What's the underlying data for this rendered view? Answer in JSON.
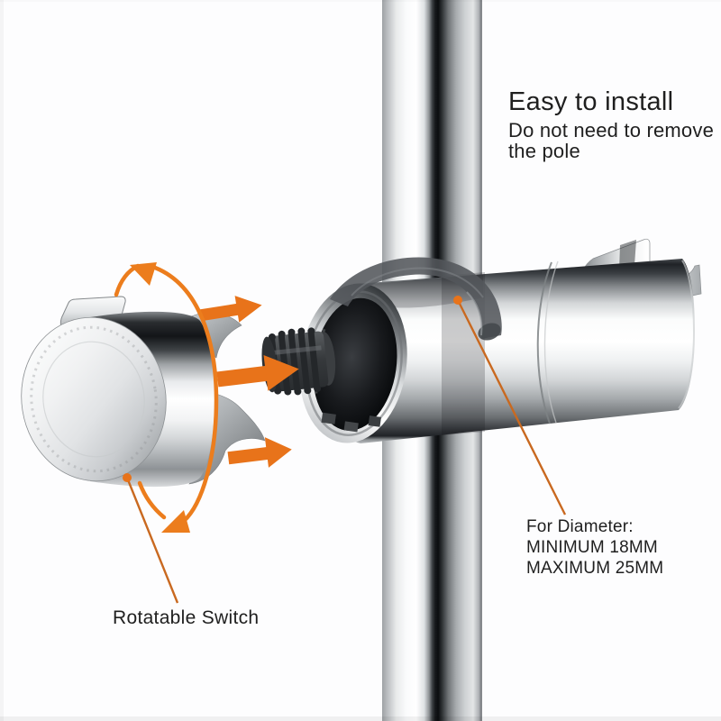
{
  "image": {
    "background": "#fdfdfe",
    "accent_orange": "#e8731a",
    "callout_line_color": "#c96920",
    "text_color": "#1f1f1f",
    "subject": "shower head holder bracket on pole, exploded install view"
  },
  "annotations": {
    "install": {
      "title": "Easy to install",
      "subtitle": "Do not need to remove the pole"
    },
    "rotatable": {
      "label": "Rotatable Switch"
    },
    "diameter": {
      "title": "For Diameter:",
      "min": "MINIMUM 18MM",
      "max": "MAXIMUM 25MM"
    }
  }
}
